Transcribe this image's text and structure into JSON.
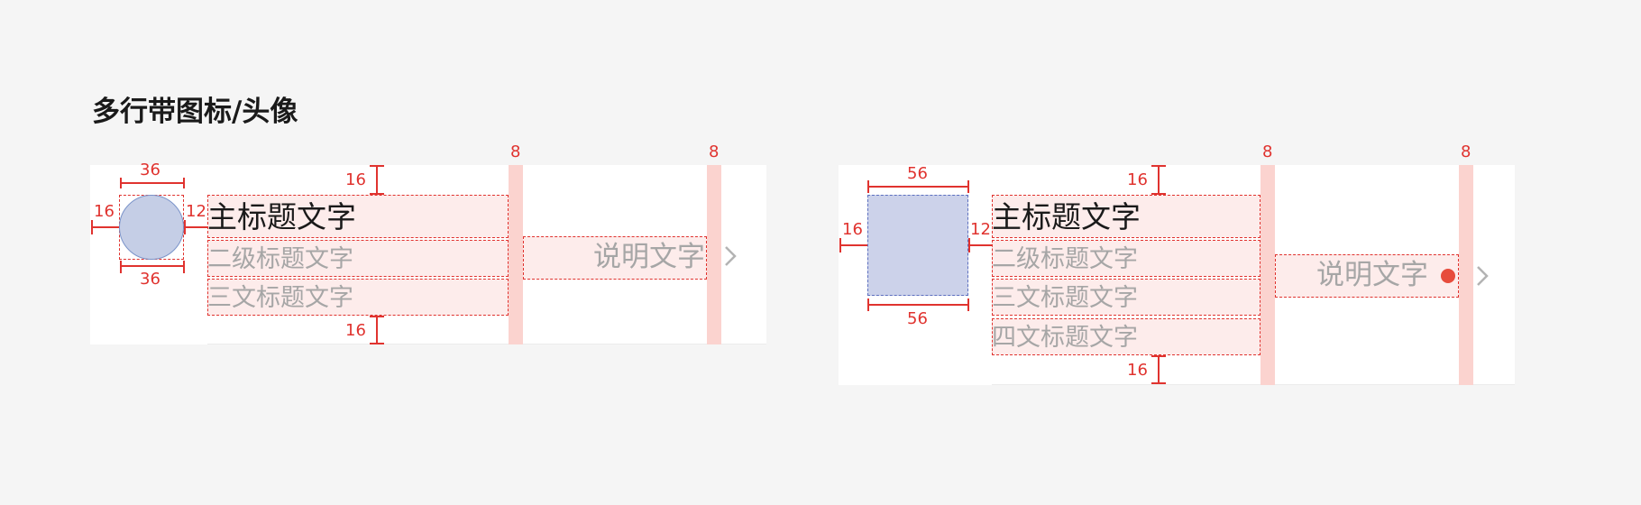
{
  "title": "多行带图标/头像",
  "colors": {
    "measure": "#e0332f",
    "padding_fill": "#fbd3cf",
    "avatar_fill": "#c5cee6",
    "dot": "#e74c3c"
  },
  "examples": [
    {
      "avatar_shape": "circle",
      "avatar_width": "36",
      "avatar_height": "36",
      "left_padding": "16",
      "avatar_gap": "12",
      "top_padding": "16",
      "bottom_padding": "16",
      "column_gap_1": "8",
      "column_gap_2": "8",
      "lines": [
        "主标题文字",
        "二级标题文字",
        "三文标题文字"
      ],
      "description": "说明文字",
      "badge_dot": false,
      "chevron_icon": "chevron-right-icon"
    },
    {
      "avatar_shape": "square",
      "avatar_width": "56",
      "avatar_height": "56",
      "left_padding": "16",
      "avatar_gap": "12",
      "top_padding": "16",
      "bottom_padding": "16",
      "column_gap_1": "8",
      "column_gap_2": "8",
      "lines": [
        "主标题文字",
        "二级标题文字",
        "三文标题文字",
        "四文标题文字"
      ],
      "description": "说明文字",
      "badge_dot": true,
      "chevron_icon": "chevron-right-icon"
    }
  ]
}
